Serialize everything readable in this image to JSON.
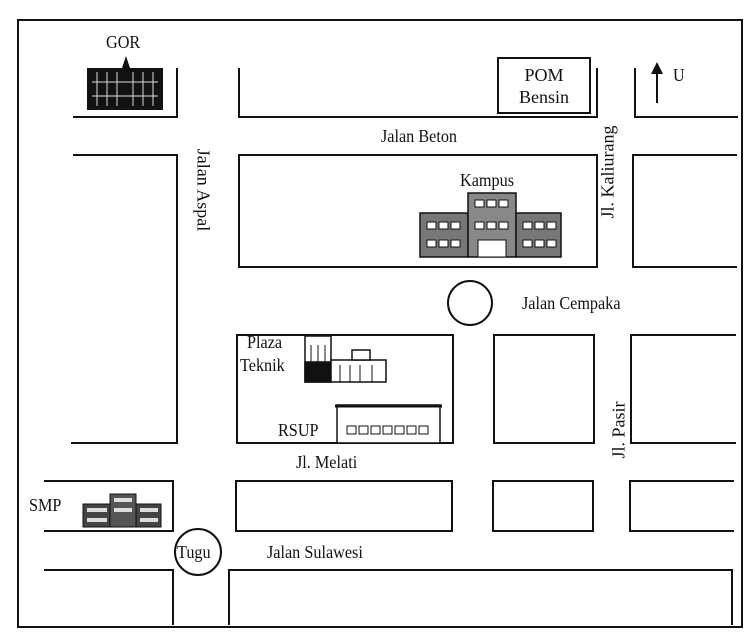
{
  "places": {
    "gor": "GOR",
    "pom_line1": "POM",
    "pom_line2": "Bensin",
    "kampus": "Kampus",
    "plaza_line1": "Plaza",
    "plaza_line2": "Teknik",
    "rsup": "RSUP",
    "smp": "SMP",
    "tugu": "Tugu"
  },
  "streets": {
    "beton": "Jalan Beton",
    "aspal": "Jalan Aspal",
    "kaliurang": "Jl. Kaliurang",
    "cempaka": "Jalan Cempaka",
    "melati": "Jl. Melati",
    "pasir": "Jl. Pasir",
    "sulawesi": "Jalan Sulawesi"
  },
  "compass": {
    "label": "U",
    "icon": "north-arrow-icon"
  }
}
